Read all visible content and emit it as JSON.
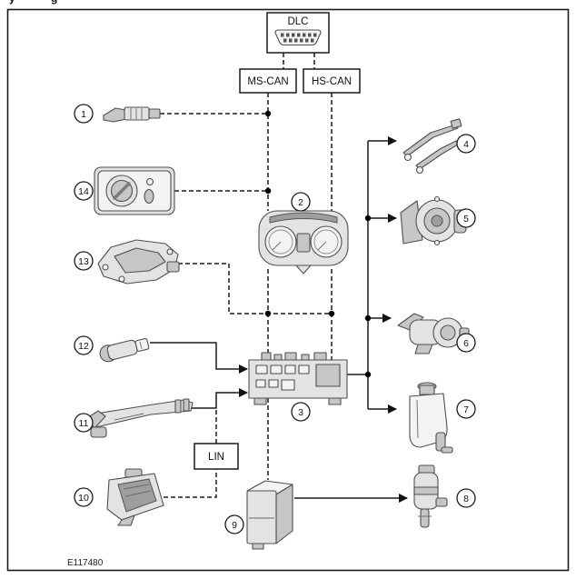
{
  "page": {
    "edge_fragment_left": "y",
    "edge_fragment_right": "g",
    "figure_code": "E117480"
  },
  "nodes": {
    "dlc": "DLC",
    "ms_can": "MS-CAN",
    "hs_can": "HS-CAN",
    "lin": "LIN"
  },
  "callouts": {
    "n1": "1",
    "n2": "2",
    "n3": "3",
    "n4": "4",
    "n5": "5",
    "n6": "6",
    "n7": "7",
    "n8": "8",
    "n9": "9",
    "n10": "10",
    "n11": "11",
    "n12": "12",
    "n13": "13",
    "n14": "14"
  },
  "connections": [
    {
      "from": "DLC",
      "to": "MS-CAN",
      "style": "dashed"
    },
    {
      "from": "DLC",
      "to": "HS-CAN",
      "style": "dashed"
    },
    {
      "from": "MS-CAN",
      "to": "1",
      "style": "dashed"
    },
    {
      "from": "MS-CAN",
      "to": "14",
      "style": "dashed"
    },
    {
      "from": "MS-CAN",
      "to": "2",
      "style": "dashed"
    },
    {
      "from": "HS-CAN",
      "to": "2",
      "style": "dashed"
    },
    {
      "from": "13",
      "to": "MS-CAN",
      "style": "dashed"
    },
    {
      "from": "13",
      "to": "HS-CAN",
      "style": "dashed"
    },
    {
      "from": "MS-CAN",
      "to": "3",
      "style": "dashed"
    },
    {
      "from": "HS-CAN",
      "to": "3",
      "style": "dashed"
    },
    {
      "from": "12",
      "to": "3",
      "style": "solid-arrow"
    },
    {
      "from": "11",
      "to": "3",
      "style": "solid-arrow"
    },
    {
      "from": "10",
      "to": "LIN",
      "style": "dashed"
    },
    {
      "from": "LIN",
      "to": "3",
      "style": "dashed"
    },
    {
      "from": "3",
      "to": "4",
      "style": "solid-arrow"
    },
    {
      "from": "3",
      "to": "5",
      "style": "solid-arrow"
    },
    {
      "from": "3",
      "to": "6",
      "style": "solid-arrow"
    },
    {
      "from": "3",
      "to": "7",
      "style": "solid-arrow"
    },
    {
      "from": "3",
      "to": "9",
      "style": "dashed"
    },
    {
      "from": "9",
      "to": "8",
      "style": "solid-arrow"
    }
  ]
}
